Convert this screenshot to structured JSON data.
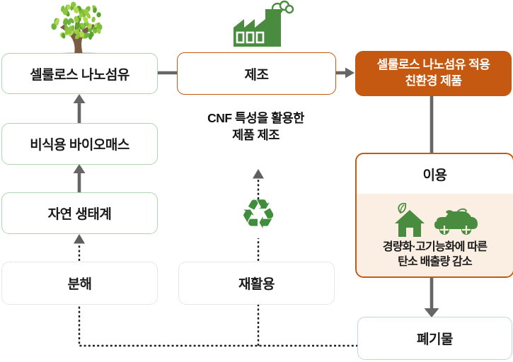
{
  "boxes": {
    "cellulose": {
      "label": "셀룰로스 나노섬유"
    },
    "manufacture": {
      "label": "제조"
    },
    "product": {
      "line1": "셀룰로스 나노섬유 적용",
      "line2": "친환경 제품"
    },
    "biomass": {
      "label": "비식용 바이오매스"
    },
    "nature": {
      "label": "자연 생태계"
    },
    "decompose": {
      "label": "분해"
    },
    "recycle_step": {
      "label": "재활용"
    },
    "use": {
      "label": "이용",
      "benefit_line1": "경량화·고기능화에 따른",
      "benefit_line2": "탄소 배출량 감소"
    },
    "waste": {
      "label": "폐기물"
    }
  },
  "annotations": {
    "cnf_note_line1": "CNF 특성을 활용한",
    "cnf_note_line2": "제품 제조"
  },
  "icons": {
    "tree": "tree-icon",
    "factory": "factory-icon",
    "recycle": "recycle-icon",
    "eco_house": "eco-house-icon",
    "eco_car": "eco-car-icon",
    "recycle_glyph": "♻"
  },
  "colors": {
    "accent_orange": "#C55911",
    "green_border": "#AED6AE",
    "gray_border": "#E7E7E7",
    "blue_border": "#BDD7EE",
    "peach_fill": "#FBEEE2",
    "arrow_gray": "#666666",
    "icon_green": "#4A8C3F",
    "dotted_line": "#1E1E1E"
  }
}
